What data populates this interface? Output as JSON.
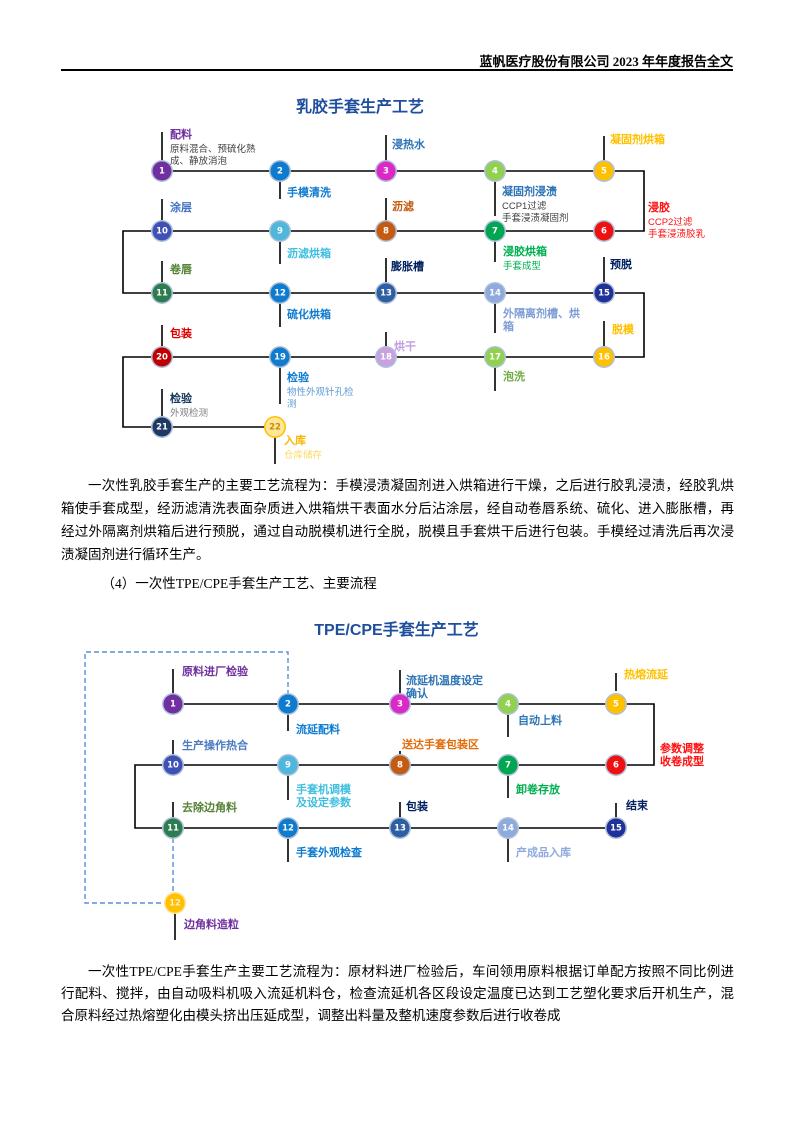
{
  "header": {
    "title": "蓝帆医疗股份有限公司 2023 年年度报告全文"
  },
  "latex_diagram": {
    "title": "乳胶手套生产工艺",
    "nodes": [
      {
        "num": "1",
        "label": "配料",
        "sub": [
          "原料混合、预硫化熟",
          "成、静放消泡"
        ]
      },
      {
        "num": "2",
        "label": "手模清洗"
      },
      {
        "num": "3",
        "label": "浸热水"
      },
      {
        "num": "4",
        "label": "凝固剂浸渍",
        "sub": [
          "CCP1过滤",
          "手套浸渍凝固剂"
        ]
      },
      {
        "num": "5",
        "label": "凝固剂烘箱"
      },
      {
        "num": "6",
        "label": "浸胶",
        "sub": [
          "CCP2过滤",
          "手套浸渍胶乳"
        ]
      },
      {
        "num": "7",
        "label": "浸胶烘箱",
        "sub": [
          "手套成型"
        ]
      },
      {
        "num": "8",
        "label": "沥滤"
      },
      {
        "num": "9",
        "label": "沥滤烘箱"
      },
      {
        "num": "10",
        "label": "涂层"
      },
      {
        "num": "11",
        "label": "卷唇"
      },
      {
        "num": "12",
        "label": "硫化烘箱"
      },
      {
        "num": "13",
        "label": "膨胀槽"
      },
      {
        "num": "14",
        "label": "外隔离剂槽、烘",
        "label2": "箱"
      },
      {
        "num": "15",
        "label": "预脱"
      },
      {
        "num": "16",
        "label": "脱模"
      },
      {
        "num": "17",
        "label": "泡洗"
      },
      {
        "num": "18",
        "label": "烘干"
      },
      {
        "num": "19",
        "label": "检验",
        "sub": [
          "物性外观针孔检",
          "测"
        ]
      },
      {
        "num": "20",
        "label": "包装"
      },
      {
        "num": "21",
        "label": "检验",
        "sub": [
          "外观检测"
        ]
      },
      {
        "num": "22",
        "label": "入库",
        "sub": [
          "仓库储存"
        ]
      }
    ]
  },
  "tpe_diagram": {
    "title": "TPE/CPE手套生产工艺",
    "nodes": [
      {
        "num": "1",
        "label": "原料进厂检验"
      },
      {
        "num": "2",
        "label": "流延配料"
      },
      {
        "num": "3",
        "label": "流延机温度设定",
        "label2": "确认"
      },
      {
        "num": "4",
        "label": "自动上料"
      },
      {
        "num": "5",
        "label": "热熔流延"
      },
      {
        "num": "6",
        "label": "参数调整",
        "label2": "收卷成型"
      },
      {
        "num": "7",
        "label": "卸卷存放"
      },
      {
        "num": "8",
        "label": "送达手套包装区"
      },
      {
        "num": "9",
        "label": "手套机调模",
        "label2": "及设定参数"
      },
      {
        "num": "10",
        "label": "生产操作热合"
      },
      {
        "num": "11",
        "label": "去除边角料"
      },
      {
        "num": "12",
        "label": "手套外观检查"
      },
      {
        "num": "13",
        "label": "包装"
      },
      {
        "num": "14",
        "label": "产成品入库"
      },
      {
        "num": "15",
        "label": "结束"
      },
      {
        "num": "12",
        "label": "边角料造粒"
      }
    ]
  },
  "body": {
    "paragraph1": "一次性乳胶手套生产的主要工艺流程为：手模浸渍凝固剂进入烘箱进行干燥，之后进行胶乳浸渍，经胶乳烘箱使手套成型，经沥滤清洗表面杂质进入烘箱烘干表面水分后沾涂层，经自动卷唇系统、硫化、进入膨胀槽，再经过外隔离剂烘箱后进行预脱，通过自动脱模机进行全脱，脱模且手套烘干后进行包装。手模经过清洗后再次浸渍凝固剂进行循环生产。",
    "heading4": "（4）一次性TPE/CPE手套生产工艺、主要流程",
    "paragraph2": "一次性TPE/CPE手套生产主要工艺流程为：原材料进厂检验后，车间领用原料根据订单配方按照不同比例进行配料、搅拌，由自动吸料机吸入流延机料仓，检查流延机各区段设定温度已达到工艺塑化要求后开机生产，混合原料经过热熔塑化由模头挤出压延成型，调整出料量及整机速度参数后进行收卷成"
  },
  "palette": {
    "title_blue": "#1F4E9E",
    "node_ring": "#AEC0DA",
    "dashed_blue": "#5B8DD9",
    "purple": "#7030A0",
    "bright_blue": "#0E7BCE",
    "magenta": "#DD28C8",
    "light_green": "#92D050",
    "amber": "#FFC000",
    "red": "#EE1111",
    "green": "#00A651",
    "rust": "#C55A11",
    "sky": "#4FB6DC",
    "indigo": "#3F51B5",
    "dark_green": "#2E7D4F",
    "steel": "#2E5FA3",
    "light_steel": "#8FAADC",
    "navy": "#1F3299",
    "lilac": "#C8A2E0",
    "dark_red": "#C00000",
    "dark_navy": "#1F3864",
    "pale_yellow": "#FFE699"
  }
}
